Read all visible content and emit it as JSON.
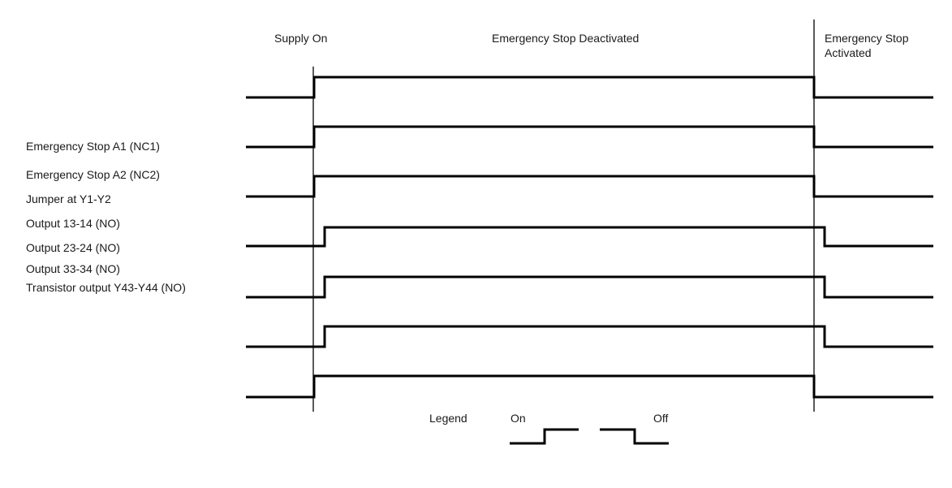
{
  "headers": {
    "supply_on": "Supply On",
    "deactivated": "Emergency Stop Deactivated",
    "activated_line1": "Emergency Stop",
    "activated_line2": "Activated"
  },
  "signals": [
    {
      "label": "",
      "on_delay": "none",
      "off_delay": "none"
    },
    {
      "label": "Emergency Stop A1 (NC1)",
      "on_delay": "none",
      "off_delay": "none"
    },
    {
      "label": "Emergency Stop A2 (NC2)",
      "on_delay": "none",
      "off_delay": "none"
    },
    {
      "label": "Jumper at Y1-Y2",
      "on_delay": "short",
      "off_delay": "short"
    },
    {
      "label": "Output 13-14 (NO)",
      "on_delay": "short",
      "off_delay": "short"
    },
    {
      "label": "Output 23-24 (NO)",
      "on_delay": "short",
      "off_delay": "short"
    },
    {
      "label": "Output 33-34 (NO)",
      "on_delay": "none",
      "off_delay": "none"
    }
  ],
  "extra_labels": [
    "Transistor output Y43-Y44 (NO)"
  ],
  "legend": {
    "title": "Legend",
    "on": "On",
    "off": "Off"
  }
}
